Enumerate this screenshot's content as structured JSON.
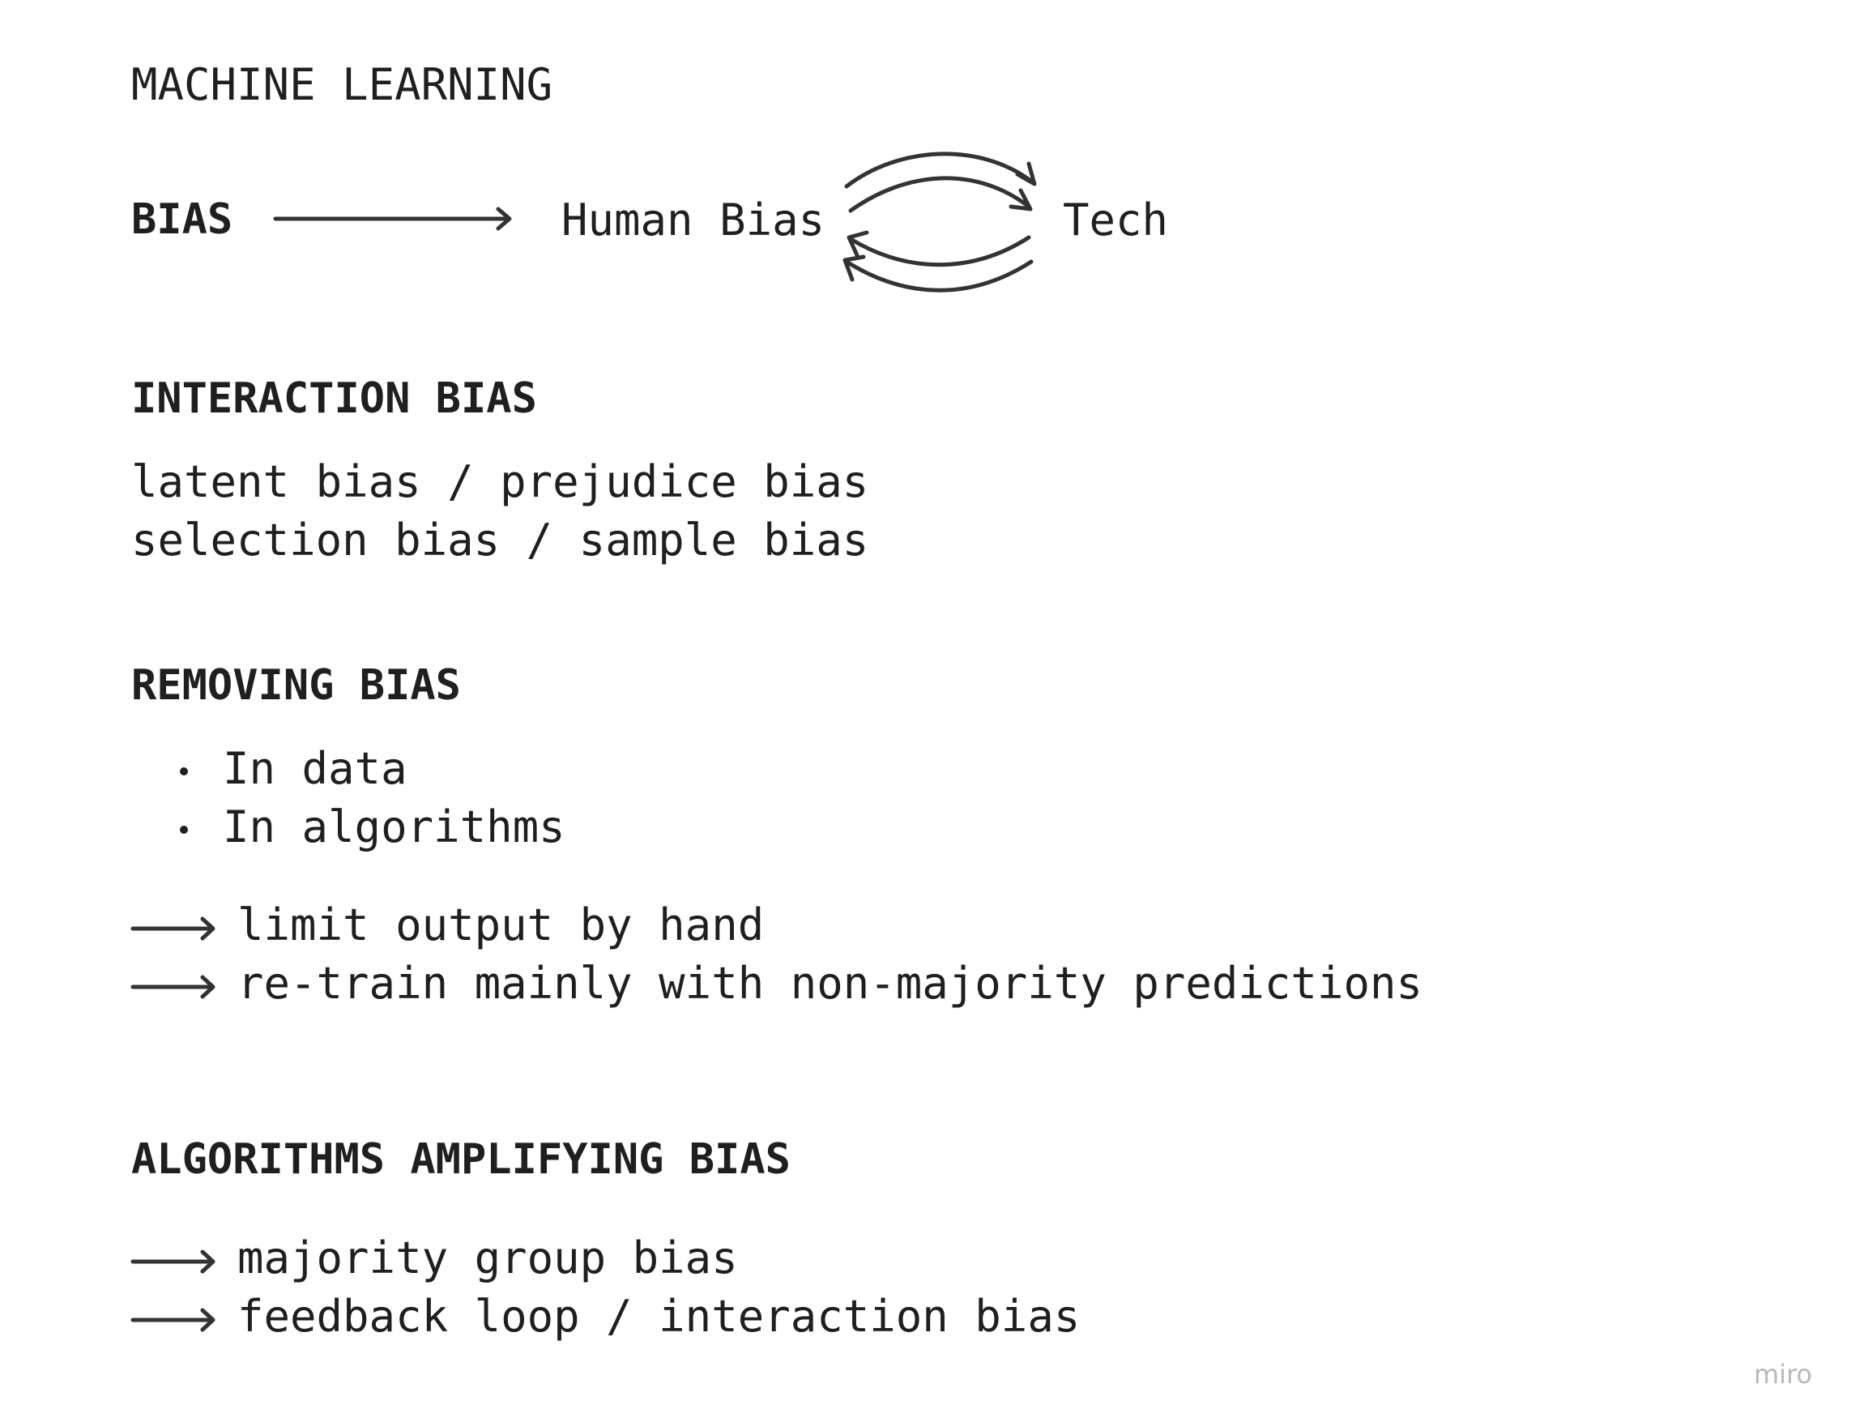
{
  "title": "MACHINE LEARNING",
  "bias_row": {
    "label": "BIAS",
    "human_bias": "Human Bias",
    "tech": "Tech"
  },
  "interaction_bias": {
    "heading": "INTERACTION BIAS",
    "lines": [
      "latent bias / prejudice bias",
      "selection bias / sample bias"
    ]
  },
  "removing_bias": {
    "heading": "REMOVING BIAS",
    "bullets": [
      "In data",
      "In algorithms"
    ],
    "arrows": [
      "limit output by hand",
      "re-train mainly with non-majority predictions"
    ]
  },
  "algorithms_amplifying": {
    "heading": "ALGORITHMS AMPLIFYING BIAS",
    "arrows": [
      "majority group bias",
      "feedback loop / interaction bias"
    ]
  },
  "watermark": "miro"
}
